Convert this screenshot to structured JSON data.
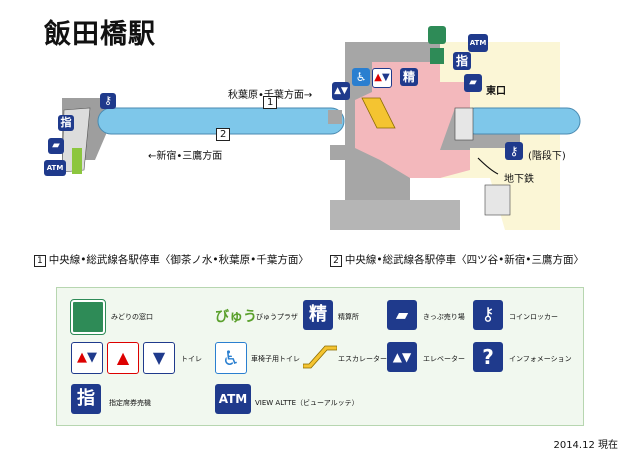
{
  "title": "飯田橋駅",
  "map": {
    "label_akihabara": "秋葉原•千葉方面→",
    "label_shinjuku": "←新宿•三鷹方面",
    "track1": "1",
    "track2": "2",
    "east_exit": "東口",
    "stairs_down": "(階段下)",
    "subway": "地下鉄",
    "atm_text": "ATM",
    "shitei_char": "指",
    "seisan_char": "精"
  },
  "line_legend": [
    {
      "num": "1",
      "text": "中央線•総武線各駅停車〈御茶ノ水•秋葉原•千葉方面〉"
    },
    {
      "num": "2",
      "text": "中央線•総武線各駅停車〈四ツ谷•新宿•三鷹方面〉"
    }
  ],
  "icon_legend": {
    "midori": "みどりの窓口",
    "viewplaza_logo": "びゅう",
    "viewplaza": "びゅうプラザ",
    "seisan_char": "精",
    "seisan": "精算所",
    "ticket": "きっぷ売り場",
    "locker": "コインロッカー",
    "toilet": "トイレ",
    "accessible_toilet": "車椅子用トイレ",
    "escalator": "エスカレーター",
    "elevator": "エレベーター",
    "info": "インフォメーション",
    "shitei_char": "指",
    "shitei": "指定席券売機",
    "atm_text": "ATM",
    "atm": "VIEW ALTTE（ビューアルッテ）"
  },
  "date": "2014.12 現在",
  "colors": {
    "platform": "#7ec7ea",
    "concourse": "#f3b8bc",
    "wall": "#9e9e9e",
    "area": "#fbf6d6",
    "icon_blue": "#1f3a8c",
    "icon_green": "#2e8b57",
    "legend_bg": "#f1f8ef"
  }
}
